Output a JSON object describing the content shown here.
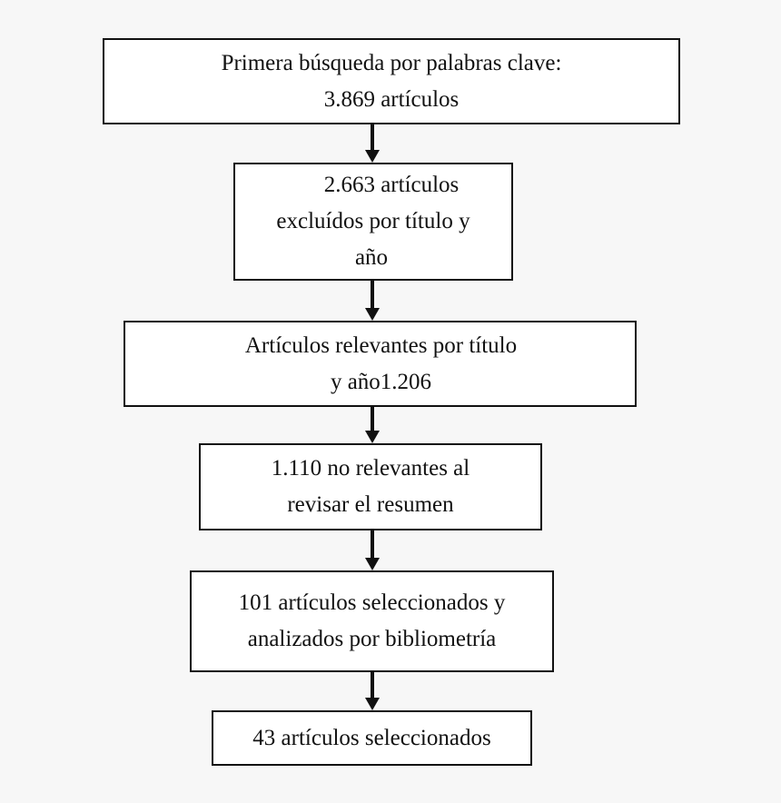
{
  "flowchart": {
    "steps": [
      {
        "lines": [
          "Primera búsqueda por palabras clave:",
          "3.869 artículos"
        ]
      },
      {
        "lines": [
          "2.663 artículos",
          "excluídos por título y",
          "año"
        ]
      },
      {
        "lines": [
          "Artículos relevantes por título",
          "y año1.206"
        ]
      },
      {
        "lines": [
          "1.110 no relevantes al",
          "revisar el resumen"
        ]
      },
      {
        "lines": [
          "101 artículos seleccionados y",
          "analizados por bibliometría"
        ]
      },
      {
        "lines": [
          "43 artículos seleccionados"
        ]
      }
    ]
  }
}
